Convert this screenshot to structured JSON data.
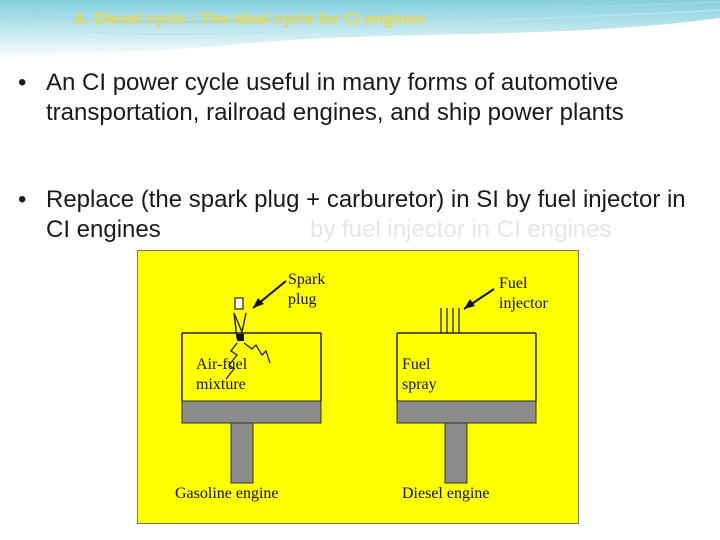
{
  "slide": {
    "title": "A. Diesel cycle : The ideal cycle for CI engines",
    "bullets": [
      {
        "symbol": "•",
        "text": " An CI power cycle useful in many forms of automotive transportation, railroad engines, and ship power plants"
      },
      {
        "symbol": "•",
        "text": "Replace (the spark plug + carburetor) in SI by fuel injector in CI engines"
      }
    ],
    "ghost_text": "by fuel injector in CI engines"
  },
  "figure": {
    "labels": {
      "spark_plug": "Spark\nplug",
      "fuel_injector": "Fuel\ninjector",
      "air_fuel": "Air-fuel\nmixture",
      "fuel_spray": "Fuel\nspray",
      "gasoline": "Gasoline engine",
      "diesel": "Diesel engine"
    },
    "colors": {
      "background": "#ffff00",
      "piston": "#8c8c8c"
    }
  }
}
